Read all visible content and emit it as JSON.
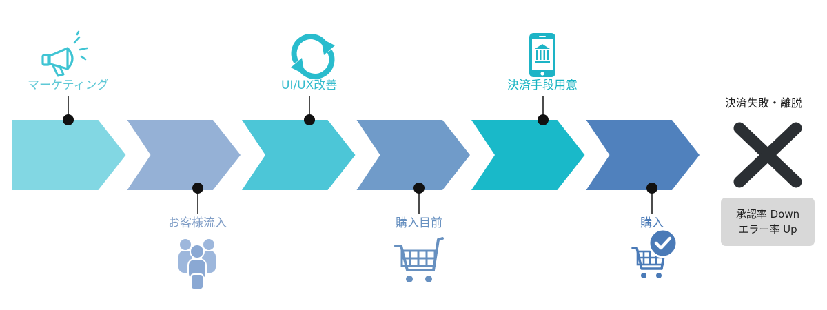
{
  "stages": [
    {
      "label": "マーケティング",
      "color": "#82d7e3",
      "label_color": "#5ec8d6",
      "icon": "megaphone-icon",
      "position": "top"
    },
    {
      "label": "お客様流入",
      "color": "#95b1d6",
      "label_color": "#7f9dc6",
      "icon": "people-icon",
      "position": "bottom"
    },
    {
      "label": "UI/UX改善",
      "color": "#4cc6d7",
      "label_color": "#36bccd",
      "icon": "refresh-icon",
      "position": "top"
    },
    {
      "label": "購入目前",
      "color": "#709bc9",
      "label_color": "#6790c0",
      "icon": "shopping-cart-icon",
      "position": "bottom"
    },
    {
      "label": "決済手段用意",
      "color": "#19b9c9",
      "label_color": "#17b3c2",
      "icon": "mobile-bank-icon",
      "position": "top"
    },
    {
      "label": "購入",
      "color": "#5081bd",
      "label_color": "#4a7ab7",
      "icon": "cart-check-icon",
      "position": "bottom"
    }
  ],
  "result": {
    "title": "決済失敗・離脱",
    "icon": "cross-icon",
    "icon_color": "#2b2f33",
    "box_line1": "承認率 Down",
    "box_line2": "エラー率 Up"
  }
}
